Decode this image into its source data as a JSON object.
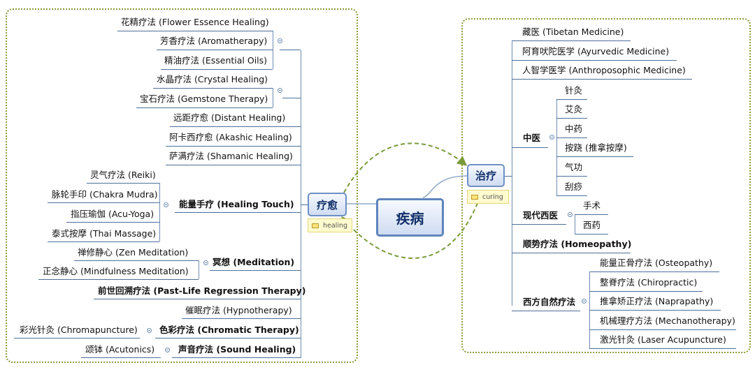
{
  "root": {
    "label": "疾病"
  },
  "left": {
    "hub": {
      "label": "疗愈",
      "note": "healing"
    },
    "items": [
      {
        "label": "花精疗法 (Flower Essence Healing)"
      },
      {
        "label": "芳香疗法 (Aromatherapy)"
      },
      {
        "label": "精油疗法 (Essential Oils)"
      },
      {
        "label": "水晶疗法 (Crystal Healing)"
      },
      {
        "label": "宝石疗法 (Gemstone Therapy)"
      },
      {
        "label": "远距疗愈 (Distant Healing)"
      },
      {
        "label": "阿卡西疗愈 (Akashic Healing)"
      },
      {
        "label": "萨满疗法 (Shamanic Healing)"
      },
      {
        "label": "能量手疗 (Healing Touch)",
        "children": [
          "灵气疗法 (Reiki)",
          "脉轮手印 (Chakra Mudra)",
          "指压瑜伽 (Acu-Yoga)",
          "泰式按摩 (Thai Massage)"
        ]
      },
      {
        "label": "冥想 (Meditation)",
        "children": [
          "禅修静心 (Zen Meditation)",
          "正念静心 (Mindfulness Meditation)"
        ]
      },
      {
        "label": "前世回溯疗法 (Past-Life Regression Therapy)"
      },
      {
        "label": "催眠疗法 (Hypnotherapy)"
      },
      {
        "label": "色彩疗法 (Chromatic Therapy)",
        "children": [
          "彩光针灸 (Chromapuncture)"
        ]
      },
      {
        "label": "声音疗法 (Sound Healing)",
        "children": [
          "颂钵 (Acutonics)"
        ]
      }
    ]
  },
  "right": {
    "hub": {
      "label": "治疗",
      "note": "curing"
    },
    "items": [
      {
        "label": "藏医 (Tibetan Medicine)"
      },
      {
        "label": "阿育吠陀医学 (Ayurvedic Medicine)"
      },
      {
        "label": "人智学医学 (Anthroposophic Medicine)"
      },
      {
        "label": "中医",
        "children": [
          "针灸",
          "艾灸",
          "中药",
          "按跷 (推拿按摩)",
          "气功",
          "刮痧"
        ]
      },
      {
        "label": "现代西医",
        "children": [
          "手术",
          "西药"
        ]
      },
      {
        "label": "顺势疗法 (Homeopathy)"
      },
      {
        "label": "西方自然疗法",
        "children": [
          "能量正骨疗法 (Osteopathy)",
          "整脊疗法 (Chiropractic)",
          "推拿矫正疗法 (Naprapathy)",
          "机械理疗方法 (Mechanotherapy)",
          "激光针灸 (Laser Acupuncture)"
        ]
      }
    ]
  },
  "colors": {
    "zone_border": "#8a9a38",
    "branch_line": "#4d6f99",
    "node_fill": "#cfdcf1",
    "dashed_arrow": "#7a9a3a"
  }
}
